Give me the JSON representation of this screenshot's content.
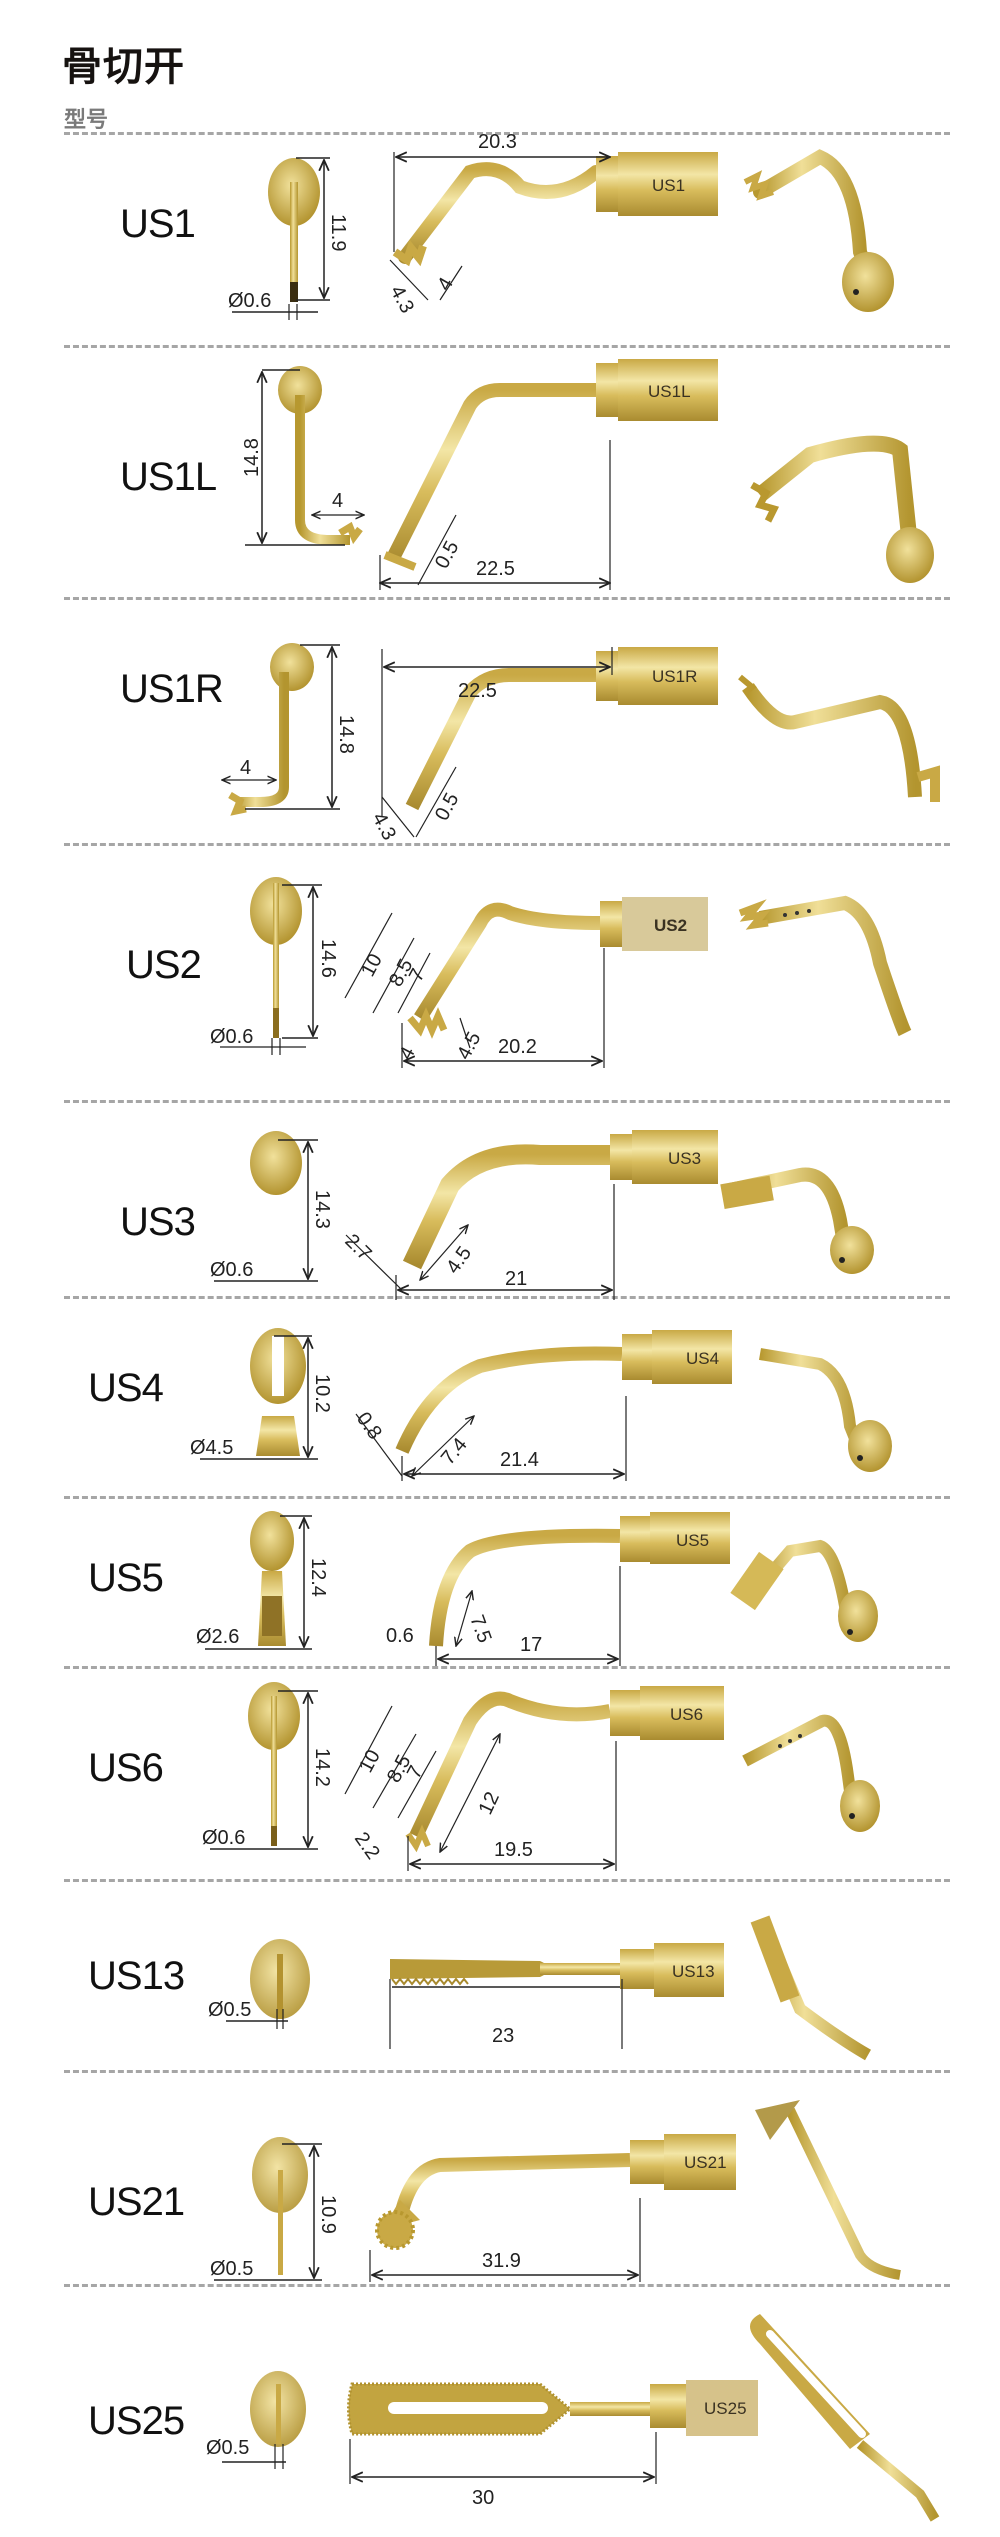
{
  "header": {
    "title": "骨切开",
    "column_label": "型号"
  },
  "colors": {
    "gold_light": "#f2e3a0",
    "gold": "#d9bd5a",
    "gold_dark": "#a88a2e",
    "divider": "#a6a6a6",
    "text": "#111111"
  },
  "products": [
    {
      "model": "US1",
      "handle_label": "US1",
      "dims": {
        "height": "11.9",
        "diameter": "Ø0.6",
        "length": "20.3",
        "a": "4.3",
        "b": "4"
      }
    },
    {
      "model": "US1L",
      "handle_label": "US1L",
      "dims": {
        "height": "14.8",
        "width": "4",
        "length": "22.5",
        "a": "0.5"
      }
    },
    {
      "model": "US1R",
      "handle_label": "US1R",
      "dims": {
        "height": "14.8",
        "width": "4",
        "length": "22.5",
        "a": "4.3",
        "b": "0.5"
      }
    },
    {
      "model": "US2",
      "handle_label": "US2",
      "dims": {
        "height": "14.6",
        "diameter": "Ø0.6",
        "length": "20.2",
        "d1": "10",
        "d2": "8.5",
        "d3": "7",
        "a": "4",
        "b": "4.5"
      }
    },
    {
      "model": "US3",
      "handle_label": "US3",
      "dims": {
        "height": "14.3",
        "diameter": "Ø0.6",
        "length": "21",
        "a": "2.7",
        "b": "4.5"
      }
    },
    {
      "model": "US4",
      "handle_label": "US4",
      "dims": {
        "height": "10.2",
        "diameter": "Ø4.5",
        "length": "21.4",
        "a": "0.8",
        "b": "7.4"
      }
    },
    {
      "model": "US5",
      "handle_label": "US5",
      "dims": {
        "height": "12.4",
        "diameter": "Ø2.6",
        "length": "17",
        "a": "0.6",
        "b": "7.5"
      }
    },
    {
      "model": "US6",
      "handle_label": "US6",
      "dims": {
        "height": "14.2",
        "diameter": "Ø0.6",
        "length": "19.5",
        "d1": "10",
        "d2": "8.5",
        "d3": "7",
        "a": "2.2",
        "b": "12"
      }
    },
    {
      "model": "US13",
      "handle_label": "US13",
      "dims": {
        "diameter": "Ø0.5",
        "length": "23"
      }
    },
    {
      "model": "US21",
      "handle_label": "US21",
      "dims": {
        "height": "10.9",
        "diameter": "Ø0.5",
        "length": "31.9"
      }
    },
    {
      "model": "US25",
      "handle_label": "US25",
      "dims": {
        "diameter": "Ø0.5",
        "length": "30"
      }
    }
  ]
}
